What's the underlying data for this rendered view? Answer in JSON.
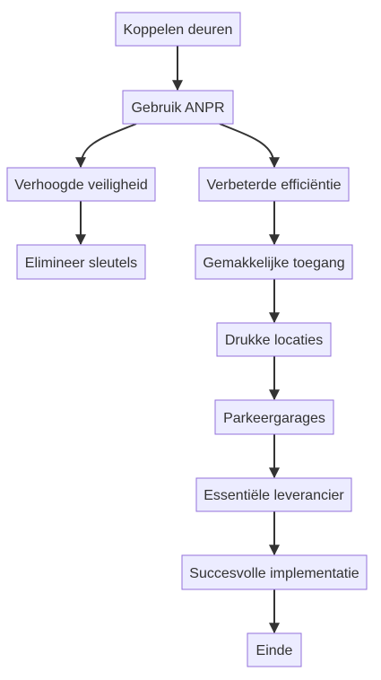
{
  "diagram": {
    "nodes": [
      {
        "id": "n1",
        "label": "Koppelen deuren"
      },
      {
        "id": "n2",
        "label": "Gebruik ANPR"
      },
      {
        "id": "n3",
        "label": "Verhoogde veiligheid"
      },
      {
        "id": "n4",
        "label": "Verbeterde efficiëntie"
      },
      {
        "id": "n5",
        "label": "Elimineer sleutels"
      },
      {
        "id": "n6",
        "label": "Gemakkelijke toegang"
      },
      {
        "id": "n7",
        "label": "Drukke locaties"
      },
      {
        "id": "n8",
        "label": "Parkeergarages"
      },
      {
        "id": "n9",
        "label": "Essentiële leverancier"
      },
      {
        "id": "n10",
        "label": "Succesvolle implementatie"
      },
      {
        "id": "n11",
        "label": "Einde"
      }
    ],
    "edges": [
      {
        "from": "n1",
        "to": "n2"
      },
      {
        "from": "n2",
        "to": "n3"
      },
      {
        "from": "n2",
        "to": "n4"
      },
      {
        "from": "n3",
        "to": "n5"
      },
      {
        "from": "n4",
        "to": "n6"
      },
      {
        "from": "n6",
        "to": "n7"
      },
      {
        "from": "n7",
        "to": "n8"
      },
      {
        "from": "n8",
        "to": "n9"
      },
      {
        "from": "n9",
        "to": "n10"
      },
      {
        "from": "n10",
        "to": "n11"
      }
    ],
    "colors": {
      "node_fill": "#ececff",
      "node_stroke": "#9370db",
      "text": "#333333",
      "edge": "#333333"
    }
  }
}
